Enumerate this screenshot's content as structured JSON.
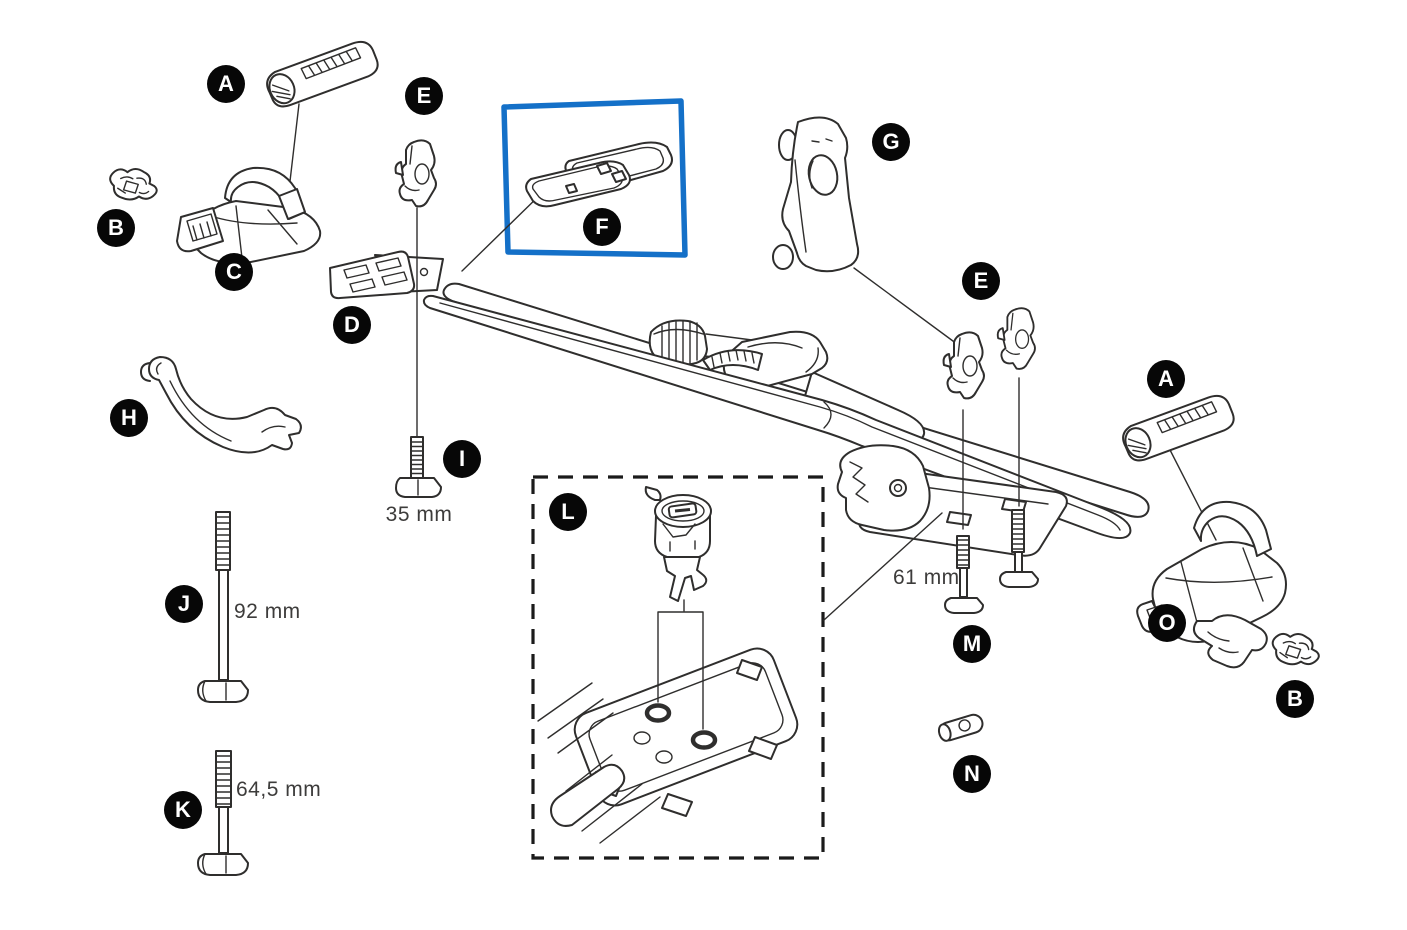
{
  "diagram": {
    "kind": "exploded-parts-diagram",
    "background": "#ffffff"
  },
  "colors": {
    "line": "#2f2e2d",
    "badge_background": "#070707",
    "badge_text": "#ffffff",
    "highlight_box_blue": "#1470c8",
    "detail_box_dash": "#1b1b1b",
    "label_text": "#3d3c3b"
  },
  "badges": {
    "a1": "A",
    "b1": "B",
    "c": "C",
    "d": "D",
    "e1": "E",
    "f": "F",
    "g": "G",
    "h": "H",
    "i": "I",
    "j": "J",
    "k": "K",
    "l": "L",
    "m": "M",
    "n": "N",
    "o": "O",
    "a2": "A",
    "b2": "B",
    "e2": "E"
  },
  "measurements": {
    "bolt_i": "35 mm",
    "bolt_j": "92 mm",
    "bolt_k": "64,5 mm",
    "bolt_m": "61 mm"
  }
}
